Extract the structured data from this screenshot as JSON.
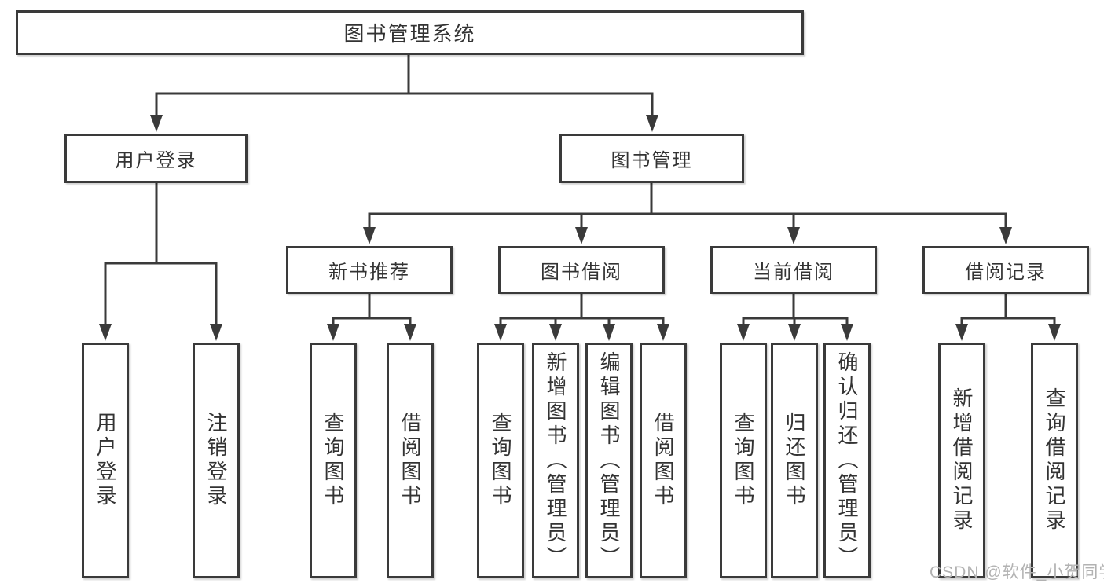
{
  "root": {
    "label": "图书管理系统"
  },
  "branches": {
    "user_login": {
      "label": "用户登录",
      "children": [
        "用户登录",
        "注销登录"
      ]
    },
    "book_management": {
      "label": "图书管理"
    }
  },
  "modules": {
    "new_book": {
      "label": "新书推荐",
      "children": [
        "查询图书",
        "借阅图书"
      ]
    },
    "borrow": {
      "label": "图书借阅",
      "children": [
        "查询图书",
        "新增图书（管理员）",
        "编辑图书（管理员）",
        "借阅图书"
      ]
    },
    "current": {
      "label": "当前借阅",
      "children": [
        "查询图书",
        "归还图书",
        "确认归还（管理员）"
      ]
    },
    "history": {
      "label": "借阅记录",
      "children": [
        "新增借阅记录",
        "查询借阅记录"
      ]
    }
  },
  "watermark": {
    "text": "CSDN @软件_小贺同学"
  },
  "colors": {
    "line": "#3a3a3a",
    "box_border": "#3a3a3a",
    "box_fill": "#ffffff",
    "text": "#333333",
    "watermark": "#b2b2b2",
    "background": "#ffffff"
  }
}
